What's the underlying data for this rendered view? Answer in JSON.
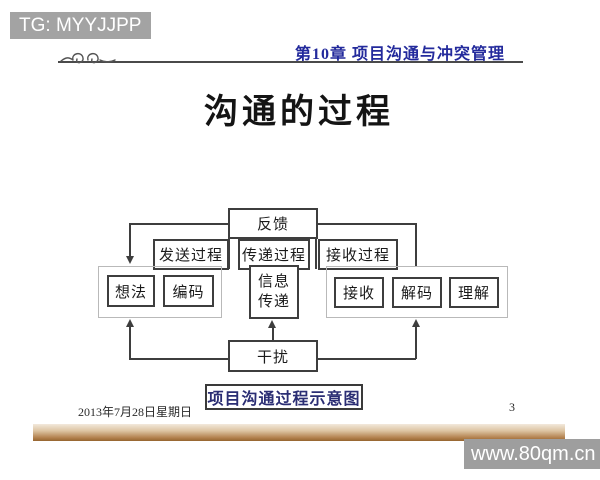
{
  "overlays": {
    "tg_label": "TG: MYYJJPP",
    "site_label": "www.80qm.cn"
  },
  "header": {
    "chapter_title": "第10章 项目沟通与冲突管理"
  },
  "slide": {
    "title": "沟通的过程",
    "date": "2013年7月28日星期日",
    "page_number": "3"
  },
  "diagram": {
    "feedback_label": "反馈",
    "send_process_label": "发送过程",
    "transfer_process_label": "传递过程",
    "receive_process_label": "接收过程",
    "idea_label": "想法",
    "encode_label": "编码",
    "message_label": "信息\n传递",
    "receive_label": "接收",
    "decode_label": "解码",
    "understand_label": "理解",
    "noise_label": "干扰",
    "caption": "项目沟通过程示意图"
  },
  "colors": {
    "accent_navy": "#232a9c",
    "caption_navy": "#2b2e74",
    "bar_brown_dark": "#96652f",
    "overlay_gray": "#a3a3a3",
    "line_dark": "#3e3e3e"
  }
}
